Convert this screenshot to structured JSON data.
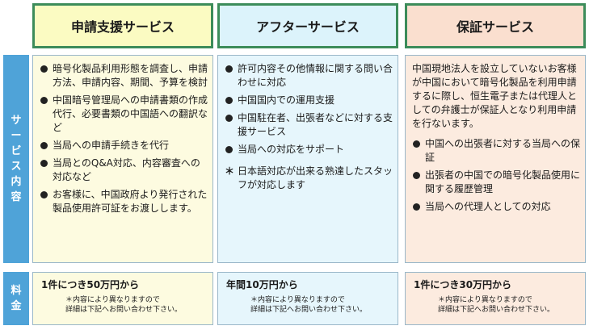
{
  "headers": [
    "申請支援サービス",
    "アフターサービス",
    "保証サービス"
  ],
  "side_service": [
    "サ",
    "ー",
    "ビ",
    "ス",
    "内",
    "容"
  ],
  "side_fee": [
    "料",
    "金"
  ],
  "col1": {
    "items": [
      "暗号化製品利用形態を調査し、申請方法、申請内容、期間、予算を検討",
      "中国暗号管理局への申請書類の作成代行、必要書類の中国語への翻訳など",
      "当局への申請手続きを代行",
      "当局とのQ&A対応、内容審査への対応など",
      "お客様に、中国政府より発行された製品使用許可証をお渡しします。"
    ]
  },
  "col2": {
    "items": [
      "許可内容その他情報に関する問い合わせに対応",
      "中国国内での運用支援",
      "中国駐在者、出張者などに対する支援サービス",
      "当局への対応をサポート"
    ],
    "note_mark": "＊",
    "note": "日本語対応が出来る熟達したスタッフが対応します"
  },
  "col3": {
    "intro": "中国現地法人を設立していないお客様が中国において暗号化製品を利用申請するに際し、恒生電子または代理人としての弁護士が保証人となり利用申請を行ないます。",
    "items": [
      "中国への出張者に対する当局への保証",
      "出張者の中国での暗号化製品使用に関する履歴管理",
      "当局への代理人としての対応"
    ]
  },
  "fees": [
    {
      "title": "1件につき50万円から",
      "note1": "＊内容により異なりますので",
      "note2": "詳細は下記へお問い合わせ下さい。"
    },
    {
      "title": "年間10万円から",
      "note1": "＊内容により異なりますので",
      "note2": "詳細は下記へお問い合わせ下さい。"
    },
    {
      "title": "1件につき30万円から",
      "note1": "＊内容により異なりますので",
      "note2": "詳細は下記へお問い合わせ下さい。"
    }
  ]
}
